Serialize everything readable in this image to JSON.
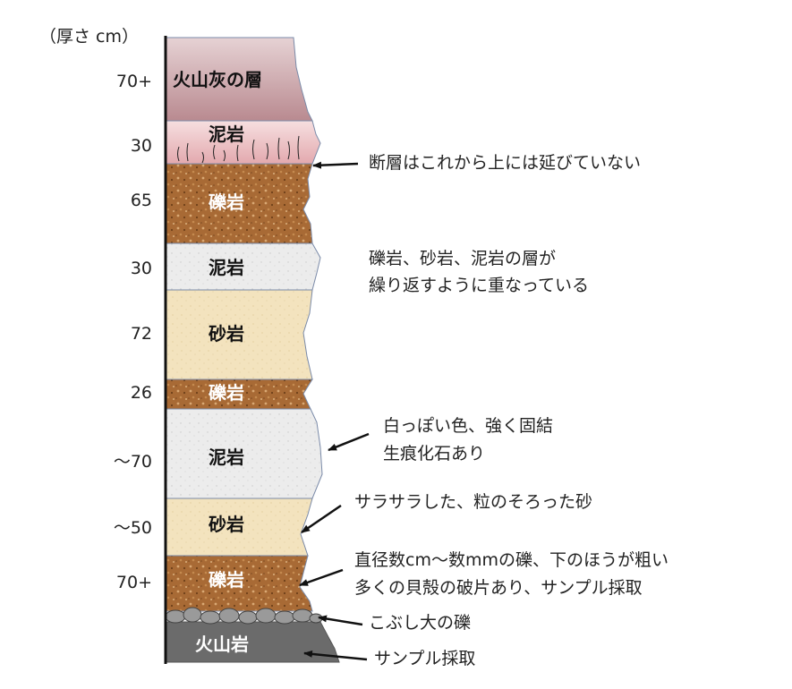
{
  "unit_label": "（厚さ cm）",
  "layers": [
    {
      "name": "火山灰の層",
      "thickness": "70+"
    },
    {
      "name": "泥岩",
      "thickness": "30"
    },
    {
      "name": "礫岩",
      "thickness": "65"
    },
    {
      "name": "泥岩",
      "thickness": "30"
    },
    {
      "name": "砂岩",
      "thickness": "72"
    },
    {
      "name": "礫岩",
      "thickness": "26"
    },
    {
      "name": "泥岩",
      "thickness": "～70"
    },
    {
      "name": "砂岩",
      "thickness": "～50"
    },
    {
      "name": "礫岩",
      "thickness": "70+"
    },
    {
      "name": "火山岩",
      "thickness": ""
    }
  ],
  "annotations": {
    "fault": "断層はこれから上には延びていない",
    "repeat_1": "礫岩、砂岩、泥岩の層が",
    "repeat_2": "繰り返すように重なっている",
    "mudstone_1": "白っぽい色、強く固結",
    "mudstone_2": "生痕化石あり",
    "sandstone": "サラサラした、粒のそろった砂",
    "conglomerate_1": "直径数cm～数mmの礫、下のほうが粗い",
    "conglomerate_2": "多くの貝殻の破片あり、サンプル採取",
    "cobbles": "こぶし大の礫",
    "volcanic": "サンプル採取"
  },
  "colors": {
    "ash": "#c9a3a8",
    "mud_pink": "#efc9cc",
    "conglomerate": "#a86a35",
    "mudstone": "#ececec",
    "sandstone": "#f3e3be",
    "volcanic": "#6b6b6b"
  }
}
